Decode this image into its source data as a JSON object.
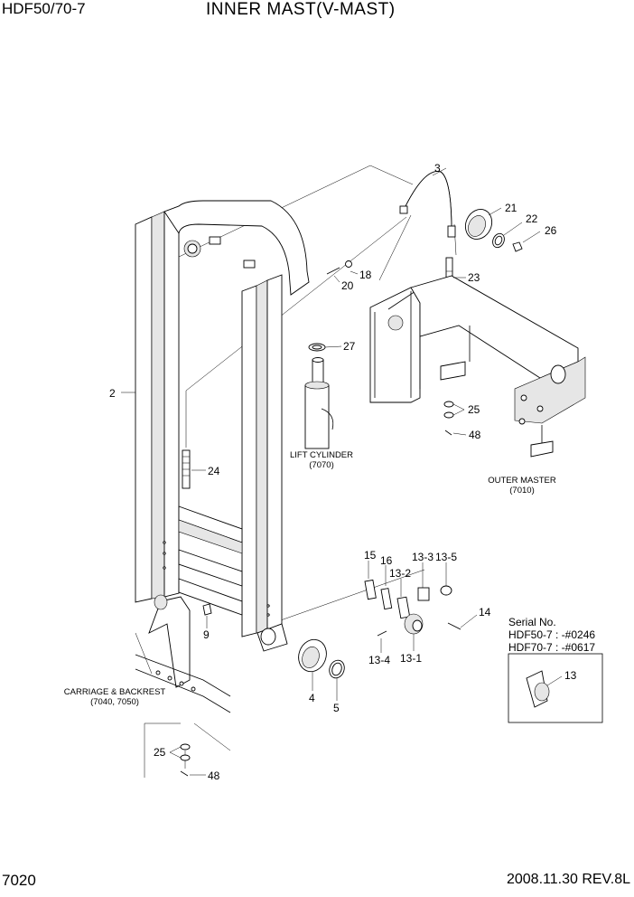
{
  "header": {
    "model": "HDF50/70-7",
    "title": "INNER MAST(V-MAST)"
  },
  "footer": {
    "page": "7020",
    "date_rev": "2008.11.30  REV.8L"
  },
  "references": {
    "lift_cylinder": {
      "name": "LIFT CYLINDER",
      "code": "(7070)"
    },
    "outer_master": {
      "name": "OUTER MASTER",
      "code": "(7010)"
    },
    "carriage": {
      "name": "CARRIAGE & BACKREST",
      "code": "(7040, 7050)"
    }
  },
  "serial_box": {
    "title": "Serial No.",
    "line1": "HDF50-7 : -#0246",
    "line2": "HDF70-7 : -#0617",
    "part": "13"
  },
  "callouts": {
    "c2": "2",
    "c3": "3",
    "c4": "4",
    "c5": "5",
    "c9": "9",
    "c13_1": "13-1",
    "c13_2": "13-2",
    "c13_3": "13-3",
    "c13_4": "13-4",
    "c13_5": "13-5",
    "c14": "14",
    "c15": "15",
    "c16": "16",
    "c18": "18",
    "c20": "20",
    "c21": "21",
    "c22": "22",
    "c23": "23",
    "c24": "24",
    "c25a": "25",
    "c25b": "25",
    "c26": "26",
    "c27": "27",
    "c48a": "48",
    "c48b": "48"
  }
}
